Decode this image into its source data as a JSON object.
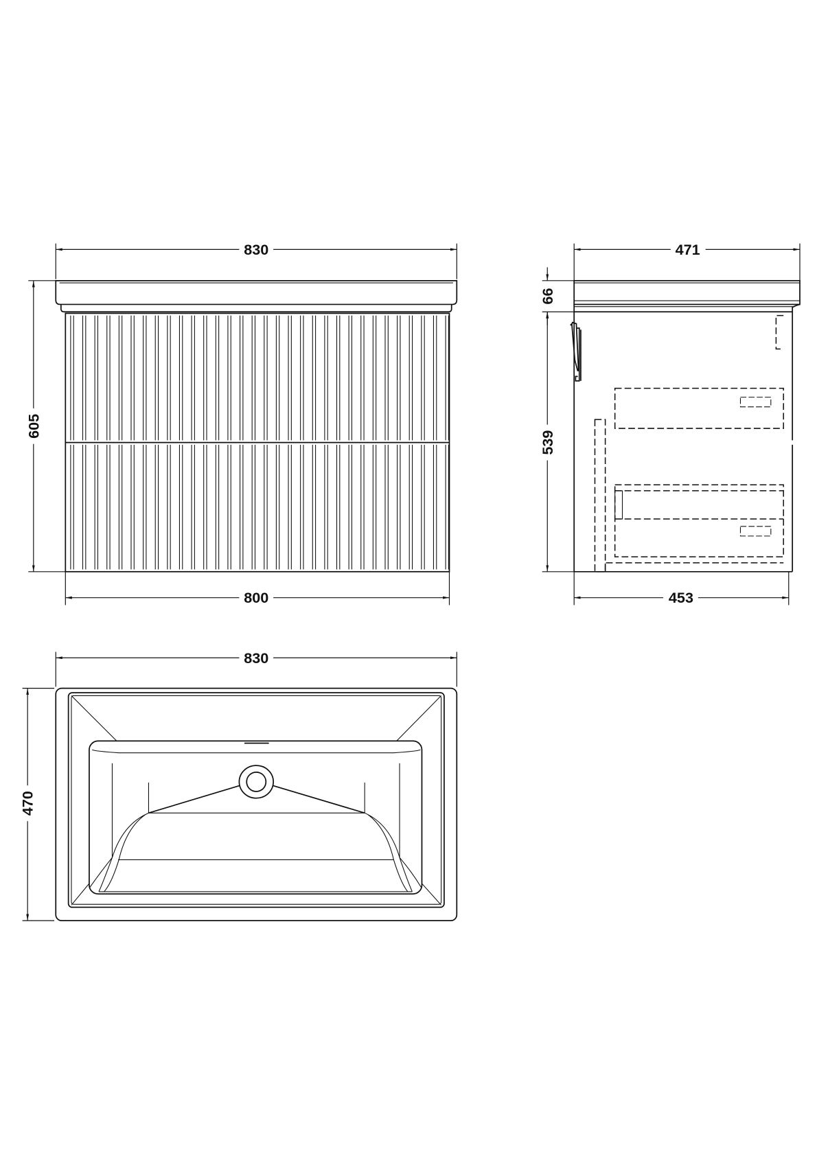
{
  "drawing": {
    "front_view": {
      "overall_width": "830",
      "cabinet_width": "800",
      "overall_height": "605"
    },
    "side_view": {
      "overall_depth": "471",
      "basin_height": "66",
      "cabinet_height": "539",
      "cabinet_depth": "453"
    },
    "plan_view": {
      "overall_width": "830",
      "overall_depth": "470"
    }
  }
}
